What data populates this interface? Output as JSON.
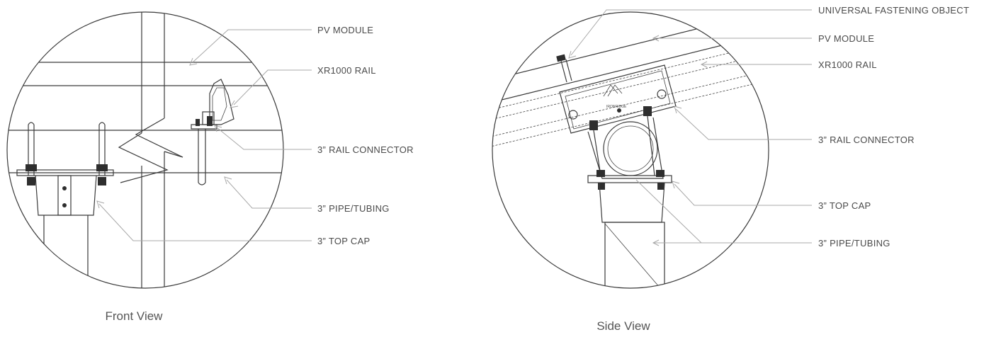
{
  "front_view": {
    "caption": "Front View",
    "labels": {
      "pv_module": "PV MODULE",
      "xr1000_rail": "XR1000 RAIL",
      "rail_connector": "3” RAIL CONNECTOR",
      "pipe_tubing": "3” PIPE/TUBING",
      "top_cap": "3” TOP CAP"
    }
  },
  "side_view": {
    "caption": "Side View",
    "labels": {
      "universal_fastening_object": "UNIVERSAL FASTENING OBJECT",
      "pv_module": "PV MODULE",
      "xr1000_rail": "XR1000 RAIL",
      "rail_connector": "3” RAIL CONNECTOR",
      "top_cap": "3” TOP CAP",
      "pipe_tubing": "3” PIPE/TUBING"
    },
    "rail_marking": "IRONRIDGE"
  }
}
